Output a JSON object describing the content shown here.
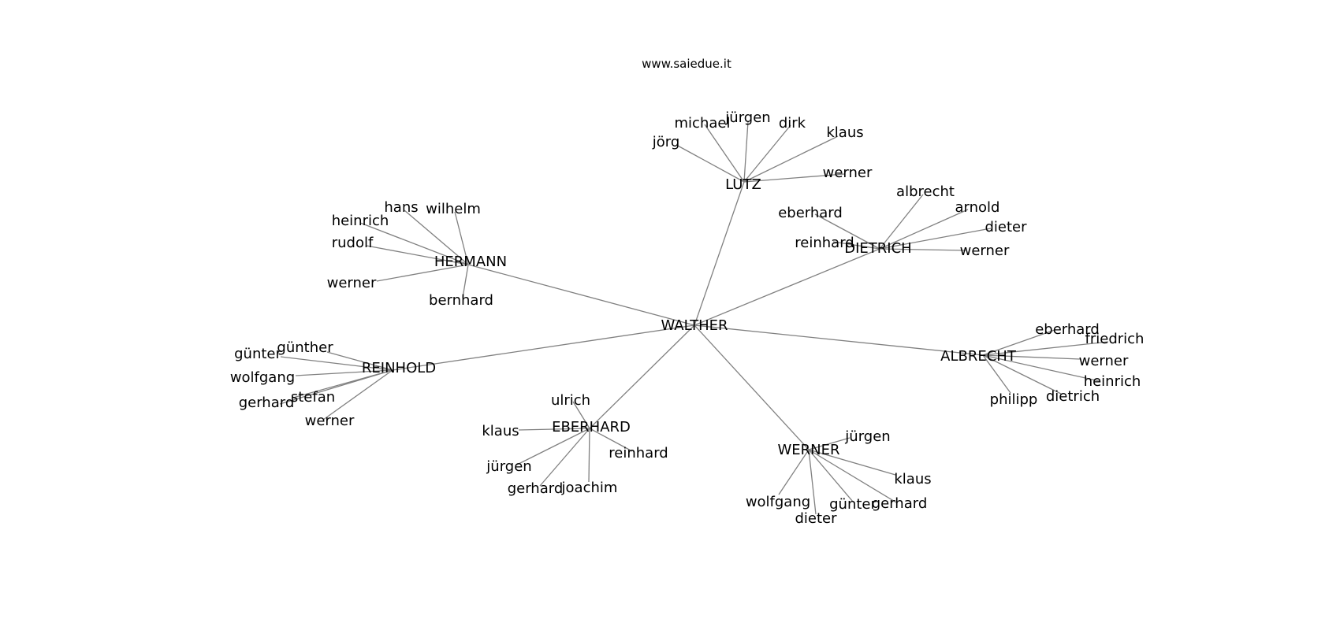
{
  "title": "www.saiedue.it",
  "chart_data": {
    "type": "network",
    "title": "www.saiedue.it",
    "root": "WALTHER",
    "nodes": [
      {
        "id": "WALTHER",
        "label": "WALTHER"
      },
      {
        "id": "LUTZ",
        "label": "LUTZ"
      },
      {
        "id": "DIETRICH",
        "label": "DIETRICH"
      },
      {
        "id": "HERMANN",
        "label": "HERMANN"
      },
      {
        "id": "REINHOLD",
        "label": "REINHOLD"
      },
      {
        "id": "ALBRECHT",
        "label": "ALBRECHT"
      },
      {
        "id": "EBERHARD",
        "label": "EBERHARD"
      },
      {
        "id": "WERNER",
        "label": "WERNER"
      },
      {
        "id": "lutz_jorg",
        "label": "jörg"
      },
      {
        "id": "lutz_michael",
        "label": "michael"
      },
      {
        "id": "lutz_jurgen",
        "label": "jürgen"
      },
      {
        "id": "lutz_dirk",
        "label": "dirk"
      },
      {
        "id": "lutz_klaus",
        "label": "klaus"
      },
      {
        "id": "lutz_werner",
        "label": "werner"
      },
      {
        "id": "dietrich_eberhard",
        "label": "eberhard"
      },
      {
        "id": "dietrich_reinhard",
        "label": "reinhard"
      },
      {
        "id": "dietrich_albrecht",
        "label": "albrecht"
      },
      {
        "id": "dietrich_arnold",
        "label": "arnold"
      },
      {
        "id": "dietrich_dieter",
        "label": "dieter"
      },
      {
        "id": "dietrich_werner",
        "label": "werner"
      },
      {
        "id": "hermann_hans",
        "label": "hans"
      },
      {
        "id": "hermann_wilhelm",
        "label": "wilhelm"
      },
      {
        "id": "hermann_heinrich",
        "label": "heinrich"
      },
      {
        "id": "hermann_rudolf",
        "label": "rudolf"
      },
      {
        "id": "hermann_werner",
        "label": "werner"
      },
      {
        "id": "hermann_bernhard",
        "label": "bernhard"
      },
      {
        "id": "reinhold_gunther",
        "label": "günther"
      },
      {
        "id": "reinhold_gunter",
        "label": "günter"
      },
      {
        "id": "reinhold_wolfgang",
        "label": "wolfgang"
      },
      {
        "id": "reinhold_stefan",
        "label": "stefan"
      },
      {
        "id": "reinhold_gerhard",
        "label": "gerhard"
      },
      {
        "id": "reinhold_werner",
        "label": "werner"
      },
      {
        "id": "albrecht_eberhard",
        "label": "eberhard"
      },
      {
        "id": "albrecht_friedrich",
        "label": "friedrich"
      },
      {
        "id": "albrecht_werner",
        "label": "werner"
      },
      {
        "id": "albrecht_heinrich",
        "label": "heinrich"
      },
      {
        "id": "albrecht_dietrich",
        "label": "dietrich"
      },
      {
        "id": "albrecht_philipp",
        "label": "philipp"
      },
      {
        "id": "eberhard_ulrich",
        "label": "ulrich"
      },
      {
        "id": "eberhard_klaus",
        "label": "klaus"
      },
      {
        "id": "eberhard_reinhard",
        "label": "reinhard"
      },
      {
        "id": "eberhard_jurgen",
        "label": "jürgen"
      },
      {
        "id": "eberhard_gerhard",
        "label": "gerhard"
      },
      {
        "id": "eberhard_joachim",
        "label": "joachim"
      },
      {
        "id": "werner_jurgen",
        "label": "jürgen"
      },
      {
        "id": "werner_klaus",
        "label": "klaus"
      },
      {
        "id": "werner_wolfgang",
        "label": "wolfgang"
      },
      {
        "id": "werner_dieter",
        "label": "dieter"
      },
      {
        "id": "werner_gunter",
        "label": "günter"
      },
      {
        "id": "werner_gerhard",
        "label": "gerhard"
      }
    ],
    "edges": [
      [
        "WALTHER",
        "LUTZ"
      ],
      [
        "WALTHER",
        "DIETRICH"
      ],
      [
        "WALTHER",
        "HERMANN"
      ],
      [
        "WALTHER",
        "REINHOLD"
      ],
      [
        "WALTHER",
        "ALBRECHT"
      ],
      [
        "WALTHER",
        "EBERHARD"
      ],
      [
        "WALTHER",
        "WERNER"
      ],
      [
        "LUTZ",
        "lutz_jorg"
      ],
      [
        "LUTZ",
        "lutz_michael"
      ],
      [
        "LUTZ",
        "lutz_jurgen"
      ],
      [
        "LUTZ",
        "lutz_dirk"
      ],
      [
        "LUTZ",
        "lutz_klaus"
      ],
      [
        "LUTZ",
        "lutz_werner"
      ],
      [
        "DIETRICH",
        "dietrich_eberhard"
      ],
      [
        "DIETRICH",
        "dietrich_reinhard"
      ],
      [
        "DIETRICH",
        "dietrich_albrecht"
      ],
      [
        "DIETRICH",
        "dietrich_arnold"
      ],
      [
        "DIETRICH",
        "dietrich_dieter"
      ],
      [
        "DIETRICH",
        "dietrich_werner"
      ],
      [
        "HERMANN",
        "hermann_hans"
      ],
      [
        "HERMANN",
        "hermann_wilhelm"
      ],
      [
        "HERMANN",
        "hermann_heinrich"
      ],
      [
        "HERMANN",
        "hermann_rudolf"
      ],
      [
        "HERMANN",
        "hermann_werner"
      ],
      [
        "HERMANN",
        "hermann_bernhard"
      ],
      [
        "REINHOLD",
        "reinhold_gunther"
      ],
      [
        "REINHOLD",
        "reinhold_gunter"
      ],
      [
        "REINHOLD",
        "reinhold_wolfgang"
      ],
      [
        "REINHOLD",
        "reinhold_stefan"
      ],
      [
        "REINHOLD",
        "reinhold_gerhard"
      ],
      [
        "REINHOLD",
        "reinhold_werner"
      ],
      [
        "ALBRECHT",
        "albrecht_eberhard"
      ],
      [
        "ALBRECHT",
        "albrecht_friedrich"
      ],
      [
        "ALBRECHT",
        "albrecht_werner"
      ],
      [
        "ALBRECHT",
        "albrecht_heinrich"
      ],
      [
        "ALBRECHT",
        "albrecht_dietrich"
      ],
      [
        "ALBRECHT",
        "albrecht_philipp"
      ],
      [
        "EBERHARD",
        "eberhard_ulrich"
      ],
      [
        "EBERHARD",
        "eberhard_klaus"
      ],
      [
        "EBERHARD",
        "eberhard_reinhard"
      ],
      [
        "EBERHARD",
        "eberhard_jurgen"
      ],
      [
        "EBERHARD",
        "eberhard_gerhard"
      ],
      [
        "EBERHARD",
        "eberhard_joachim"
      ],
      [
        "WERNER",
        "werner_jurgen"
      ],
      [
        "WERNER",
        "werner_klaus"
      ],
      [
        "WERNER",
        "werner_wolfgang"
      ],
      [
        "WERNER",
        "werner_dieter"
      ],
      [
        "WERNER",
        "werner_gunter"
      ],
      [
        "WERNER",
        "werner_gerhard"
      ]
    ]
  },
  "colors": {
    "edge": "#808080",
    "text": "#000000",
    "background": "#ffffff"
  }
}
